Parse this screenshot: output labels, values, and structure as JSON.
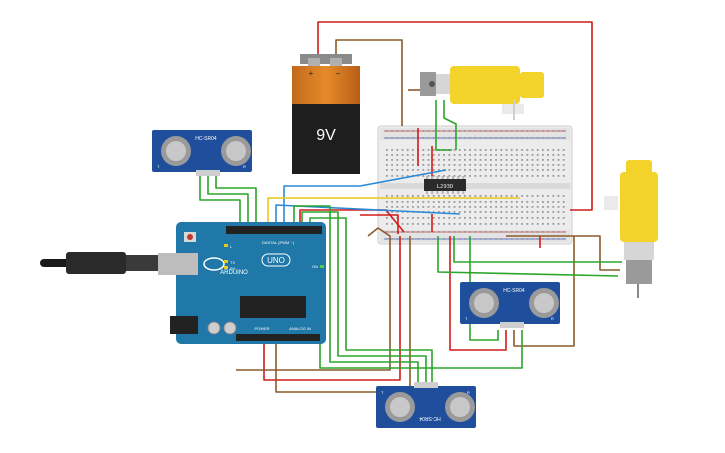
{
  "battery": {
    "voltage": "9V",
    "plus": "+",
    "minus": "−"
  },
  "chip": {
    "label": "L293D"
  },
  "arduino": {
    "brand": "ARDUINO",
    "model": "UNO",
    "digital_label": "DIGITAL (PWM ~)",
    "power_label": "POWER",
    "analog_label": "ANALOG IN",
    "l_label": "L",
    "tx_label": "TX",
    "rx_label": "RX",
    "on_label": "ON"
  },
  "sensors": [
    {
      "label": "HC-SR04",
      "pin_t": "T",
      "pin_r": "R"
    },
    {
      "label": "HC-SR04",
      "pin_t": "T",
      "pin_r": "R"
    },
    {
      "label": "HC-SR04",
      "pin_t": "T",
      "pin_r": "R"
    }
  ],
  "colors": {
    "red": "#d21b1b",
    "green": "#2aa52a",
    "brown": "#8a5a2b",
    "blue": "#2a8ad8",
    "yellow": "#e8c81a",
    "board": "#1f78a8",
    "sensor": "#1f4f9c",
    "motor": "#f3d22a"
  }
}
